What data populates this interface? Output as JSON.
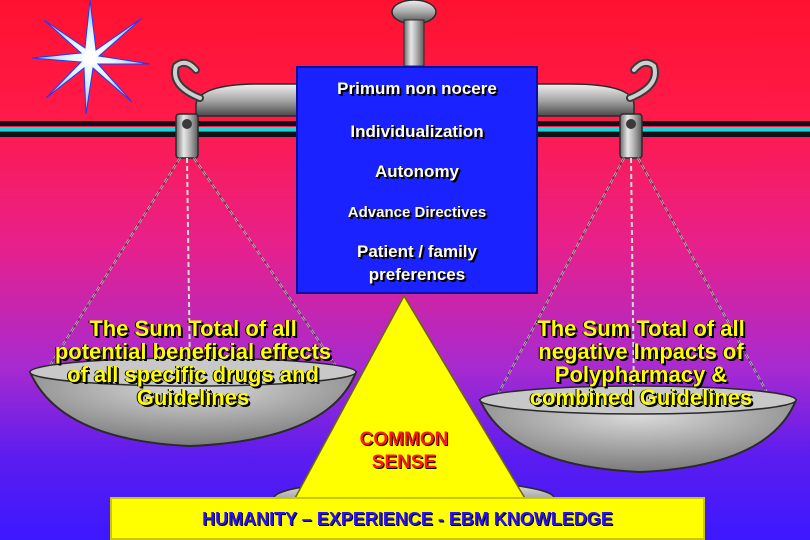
{
  "center_box": {
    "lines": [
      "Primum non nocere",
      "Individualization",
      "Autonomy",
      "Advance Directives",
      "Patient / family",
      "preferences"
    ]
  },
  "left_pan": {
    "lines": [
      "The Sum Total of all",
      "potential beneficial effects",
      "of all specific drugs and",
      "Guidelines"
    ]
  },
  "right_pan": {
    "lines": [
      "The Sum Total of all",
      "negative Impacts of",
      "Polypharmacy &",
      "combined  Guidelines"
    ]
  },
  "pyramid": {
    "lines": [
      "COMMON",
      "SENSE"
    ]
  },
  "banner": {
    "text": "HUMANITY – EXPERIENCE  - EBM KNOWLEDGE"
  },
  "colors": {
    "box_blue": "#1a22ff",
    "text_yellow": "#ffff00",
    "common_red": "#ff1a1a",
    "banner_yellow": "#ffff00",
    "banner_text": "#2a10ff"
  },
  "icons": [
    "sparkle-star-icon",
    "balance-scale-icon"
  ]
}
